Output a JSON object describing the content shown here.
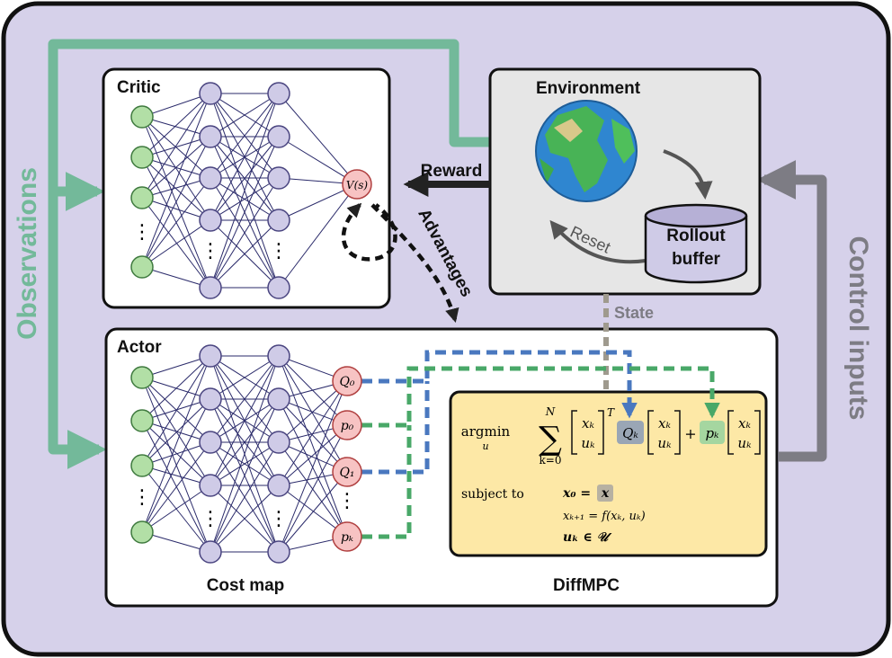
{
  "labels": {
    "observations": "Observations",
    "control_inputs": "Control inputs",
    "critic": "Critic",
    "actor": "Actor",
    "environment": "Environment",
    "reward": "Reward",
    "advantages": "Advantages",
    "state": "State",
    "reset": "Reset",
    "rollout_line1": "Rollout",
    "rollout_line2": "buffer",
    "cost_map": "Cost map",
    "diffmpc": "DiffMPC"
  },
  "critic_nodes": {
    "input_dots": "⋮",
    "hidden_dots": "⋮",
    "output": "V(s)"
  },
  "actor_nodes": {
    "input_dots": "⋮",
    "hidden_dots": "⋮",
    "q0": "Q₀",
    "p0": "p₀",
    "q1": "Q₁",
    "pk": "pₖ",
    "output_dots": "⋮"
  },
  "mpc": {
    "argmin": "argmin",
    "argmin_sub": "u",
    "sum_top": "N",
    "sum_sym": "∑",
    "sum_bottom": "k=0",
    "xk": "xₖ",
    "uk": "uₖ",
    "transpose": "T",
    "qk": "Qₖ",
    "plus": "+",
    "pk": "pₖ",
    "subject_to": "subject to",
    "c1_lhs": "x₀ =",
    "c1_box": "x",
    "c2": "xₖ₊₁ = f(xₖ, uₖ)",
    "c3": "uₖ ∈ 𝒰"
  },
  "colors": {
    "background": "#d6d1ea",
    "observations": "#73b99a",
    "control_inputs": "#7d7c84",
    "node_green": "#b2dfa6",
    "node_purple": "#cfcbe7",
    "node_red": "#f7c3c3",
    "blue_dashed": "#4a78bf",
    "green_dashed": "#49a868",
    "mpc_fill": "#fde8a6",
    "env_fill": "#e6e6e6"
  }
}
